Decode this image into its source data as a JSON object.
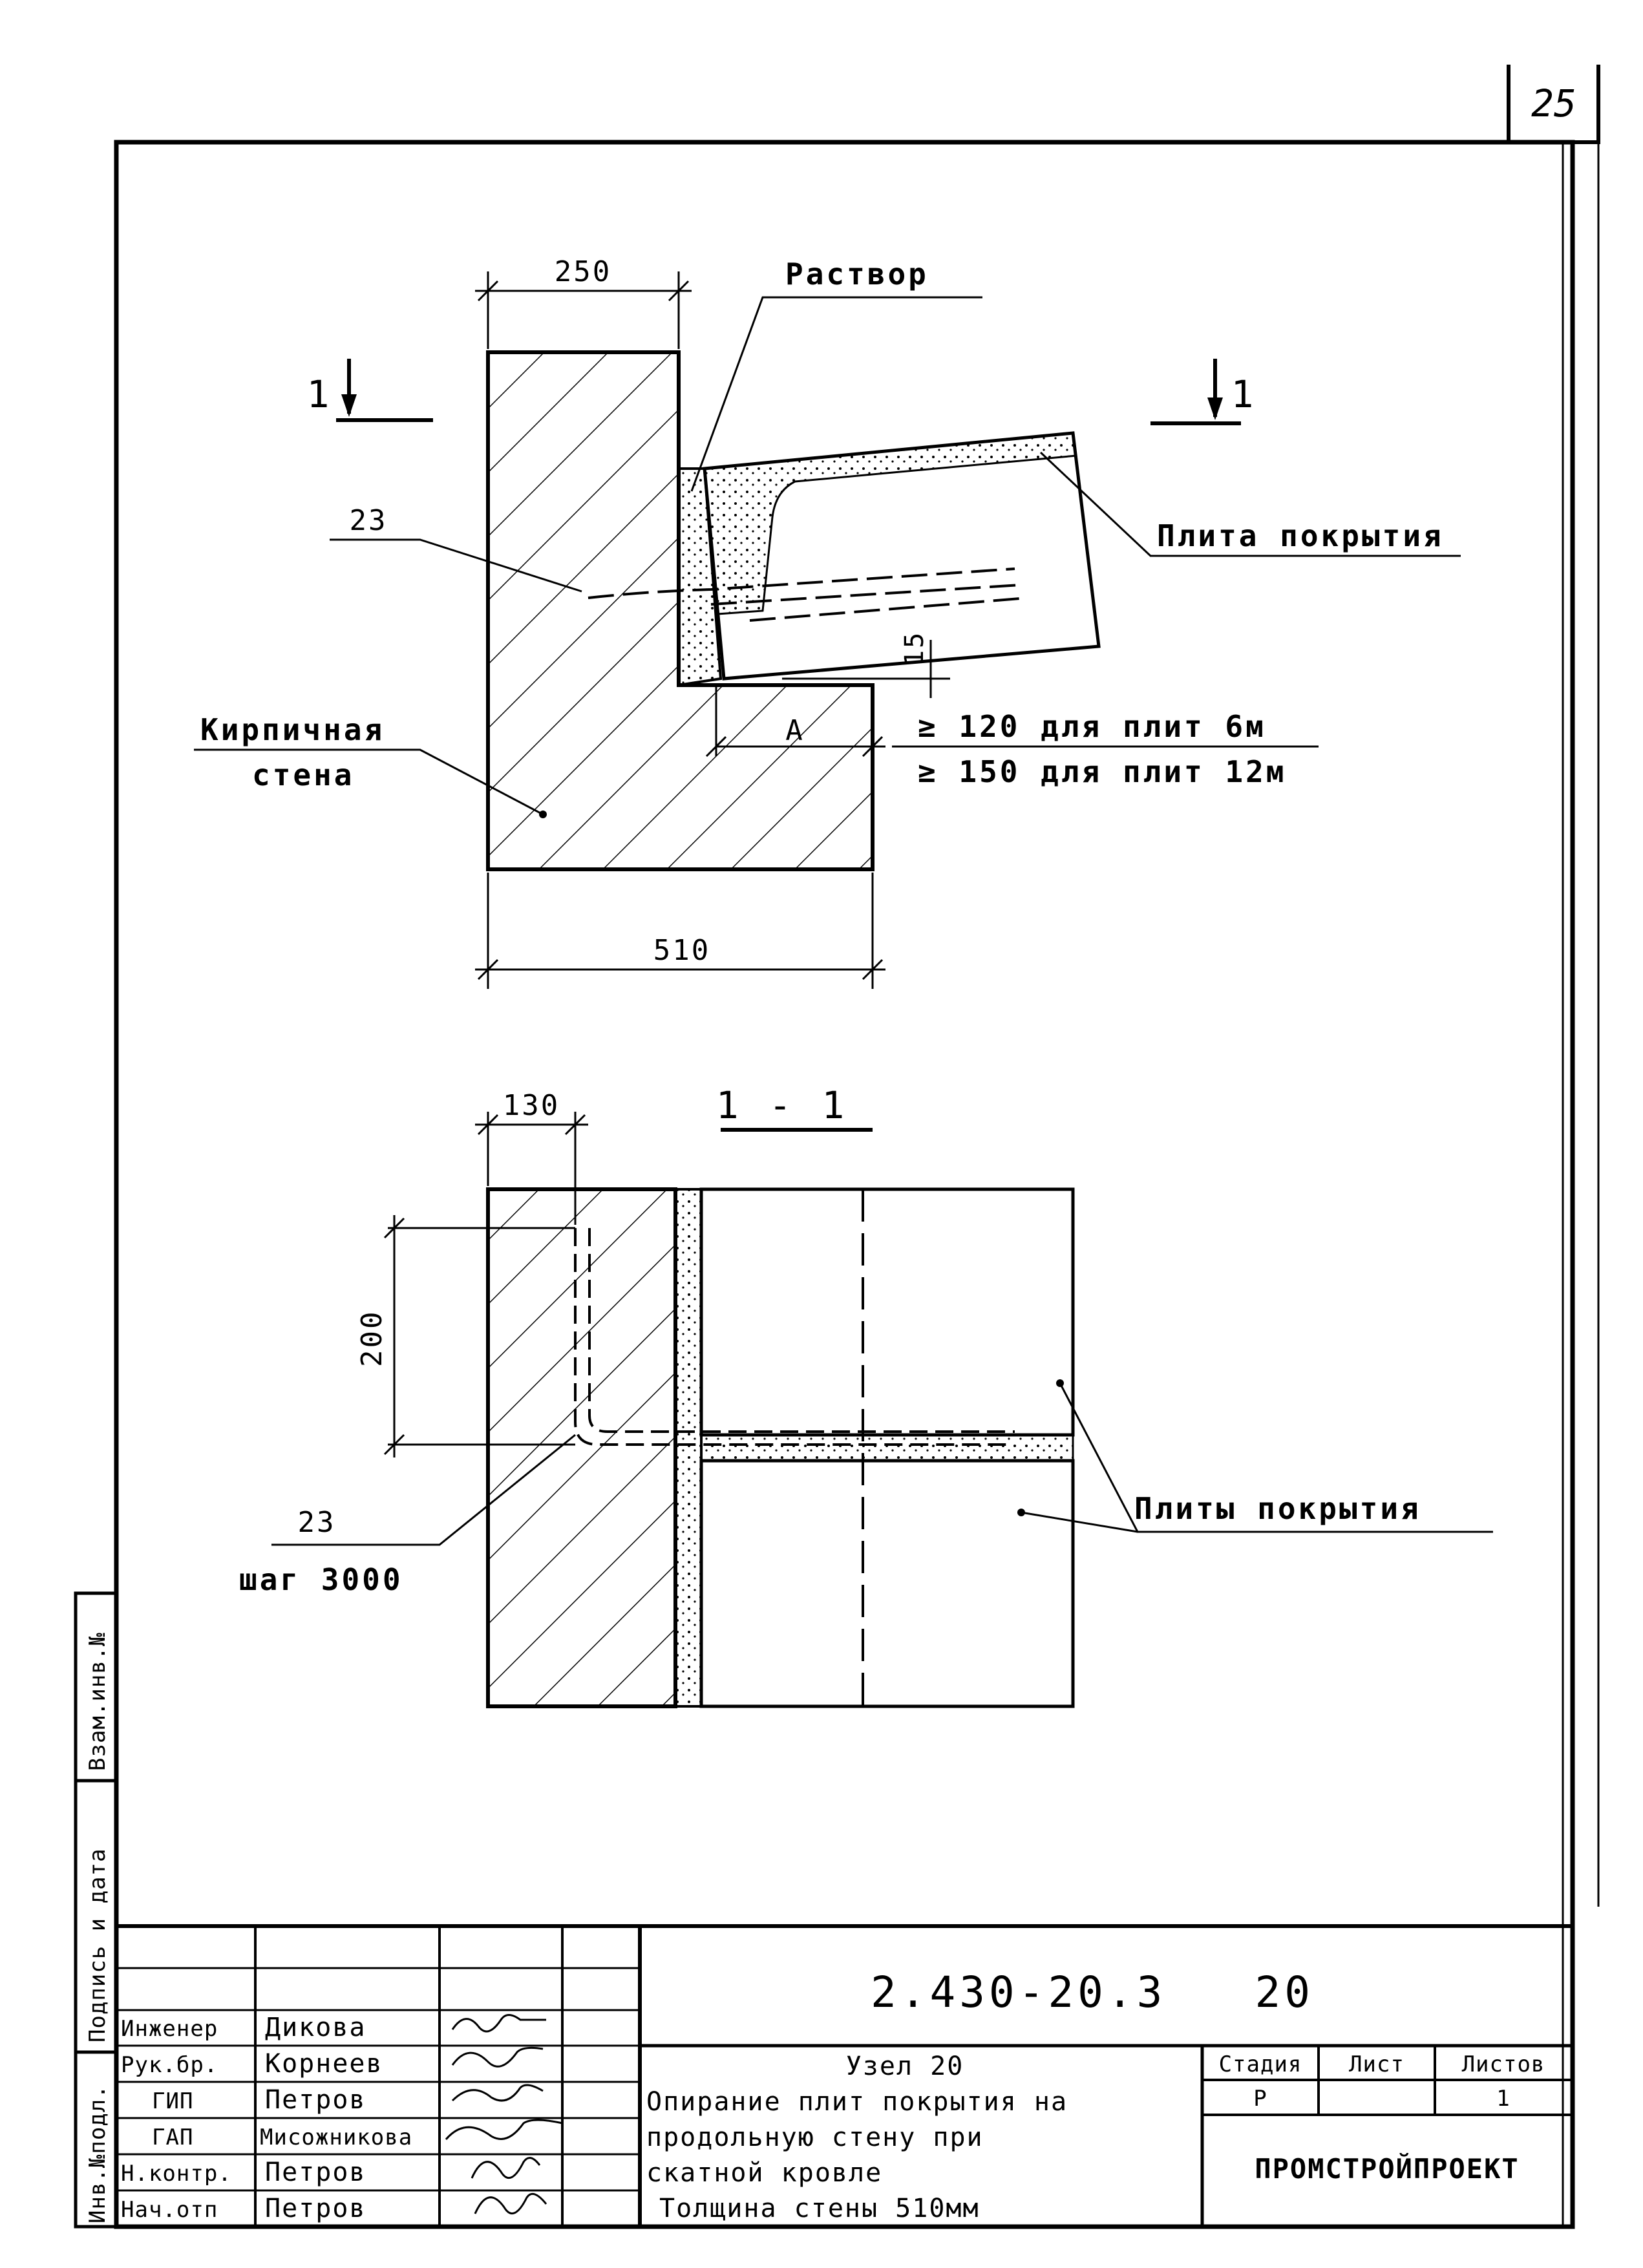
{
  "page_number": "25",
  "elevation": {
    "dim_top": "250",
    "dim_bottom": "510",
    "dim_a": "A",
    "dim_gap": "15",
    "label_mortar": "Раствор",
    "label_plate": "Плита покрытия",
    "label_wall_line1": "Кирпичная",
    "label_wall_line2": "стена",
    "label_anchor": "23",
    "section_mark": "1",
    "note_6m": "≥ 120 для плит 6м",
    "note_12m": "≥ 150 для плит 12м"
  },
  "section": {
    "title": "1 - 1",
    "dim_top": "130",
    "dim_side": "200",
    "label_anchor": "23",
    "label_step": "шаг 3000",
    "label_plates": "Плиты покрытия"
  },
  "side_stamp": {
    "inv_podl": "Инв.№подл.",
    "podpis_data": "Подпись и дата",
    "vzam_inv": "Взам.инв.№"
  },
  "title_block": {
    "code": "2.430-20.3   20",
    "staff": [
      {
        "role": "Инженер",
        "name": "Дикова"
      },
      {
        "role": "Рук.бр.",
        "name": "Корнеев"
      },
      {
        "role": "ГИП",
        "name": "Петров"
      },
      {
        "role": "ГАП",
        "name": "Мисожникова"
      },
      {
        "role": "Н.контр.",
        "name": "Петров"
      },
      {
        "role": "Нач.отп",
        "name": "Петров"
      }
    ],
    "desc_title": "Узел 20",
    "desc_lines": [
      "Опирание плит покрытия на",
      "продольную стену при",
      "скатной кровле",
      "Толщина стены 510мм"
    ],
    "stage_header": "Стадия",
    "sheet_header": "Лист",
    "sheets_header": "Листов",
    "stage_value": "Р",
    "sheet_value": "",
    "sheets_value": "1",
    "organization": "ПРОМСТРОЙПРОЕКТ"
  }
}
